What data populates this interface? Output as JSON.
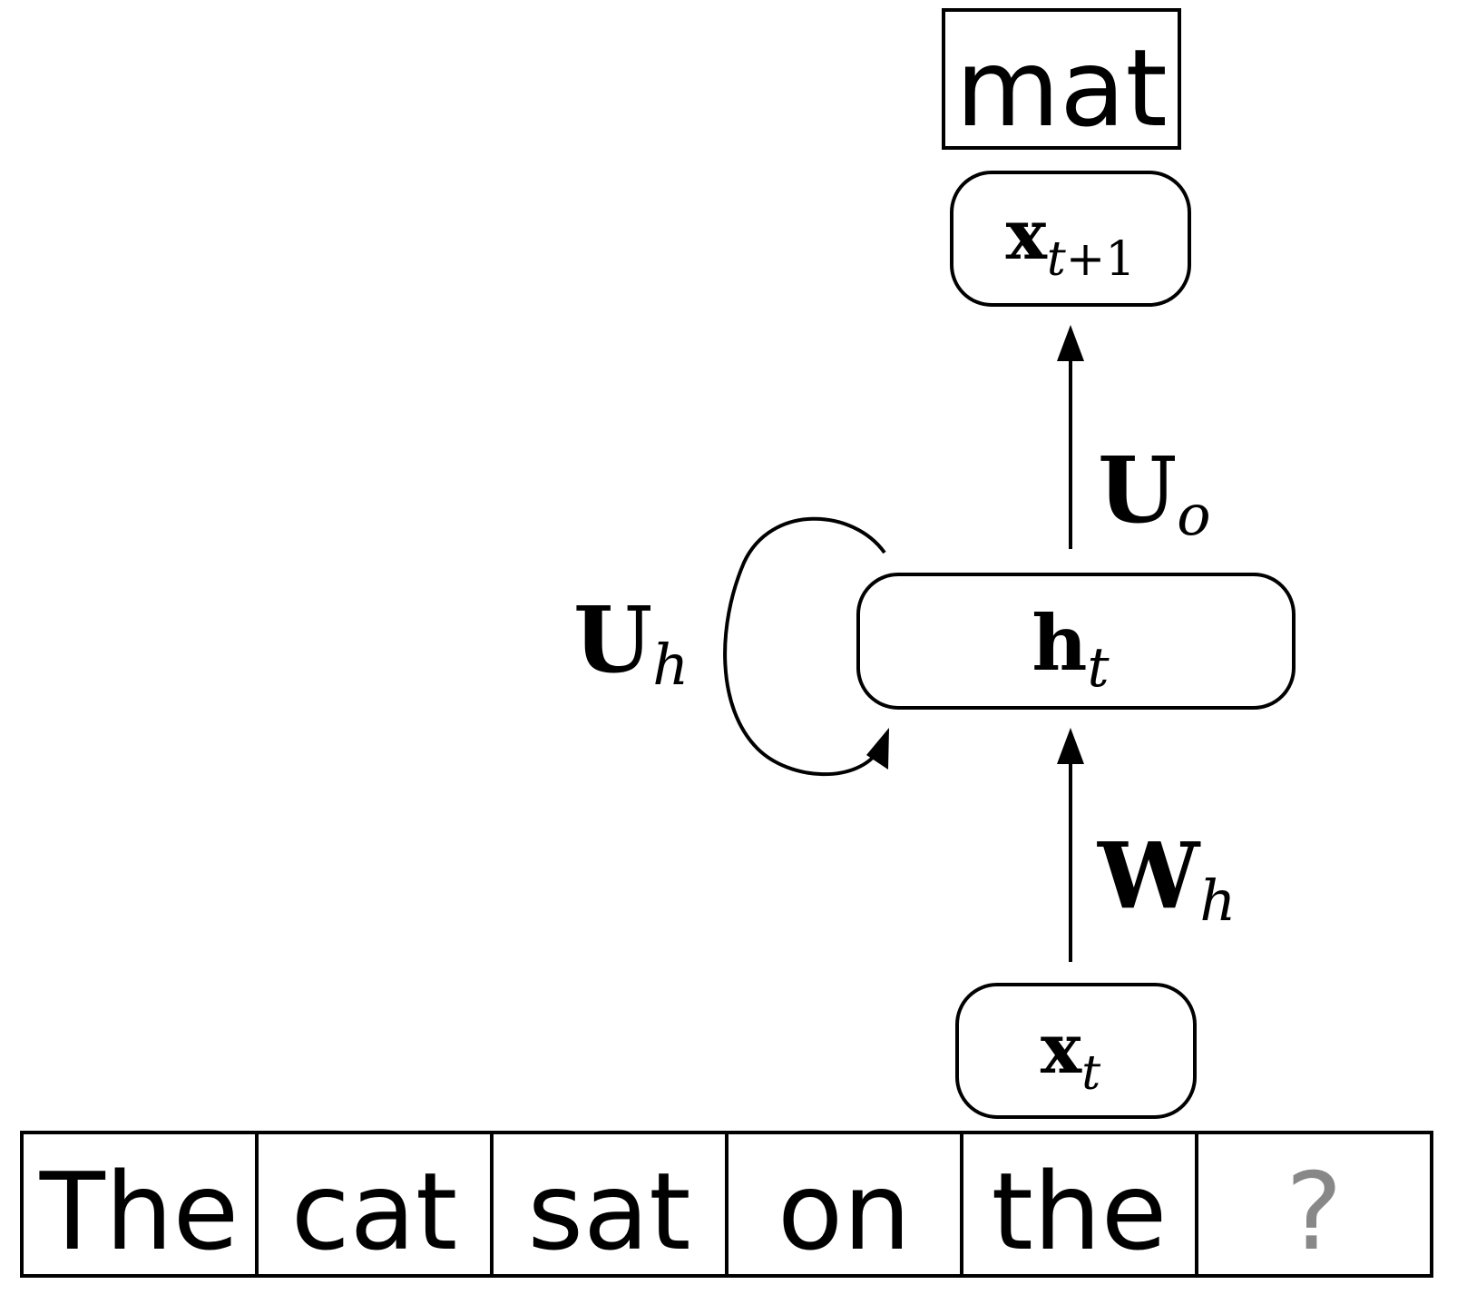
{
  "tokens": [
    "The",
    "cat",
    "sat",
    "on",
    "the",
    "?"
  ],
  "colors": {
    "stroke": "#000000",
    "unknown_token": "#888888"
  },
  "output_word": "mat",
  "nodes": {
    "output": {
      "base": "x",
      "sub_italic": "t",
      "sub_rest": "+1"
    },
    "hidden": {
      "base": "h",
      "sub_italic": "t"
    },
    "input": {
      "base": "x",
      "sub_italic": "t"
    }
  },
  "weights": {
    "output": {
      "base": "U",
      "sub": "o"
    },
    "input": {
      "base": "W",
      "sub": "h"
    },
    "recurrent": {
      "base": "U",
      "sub": "h"
    }
  }
}
